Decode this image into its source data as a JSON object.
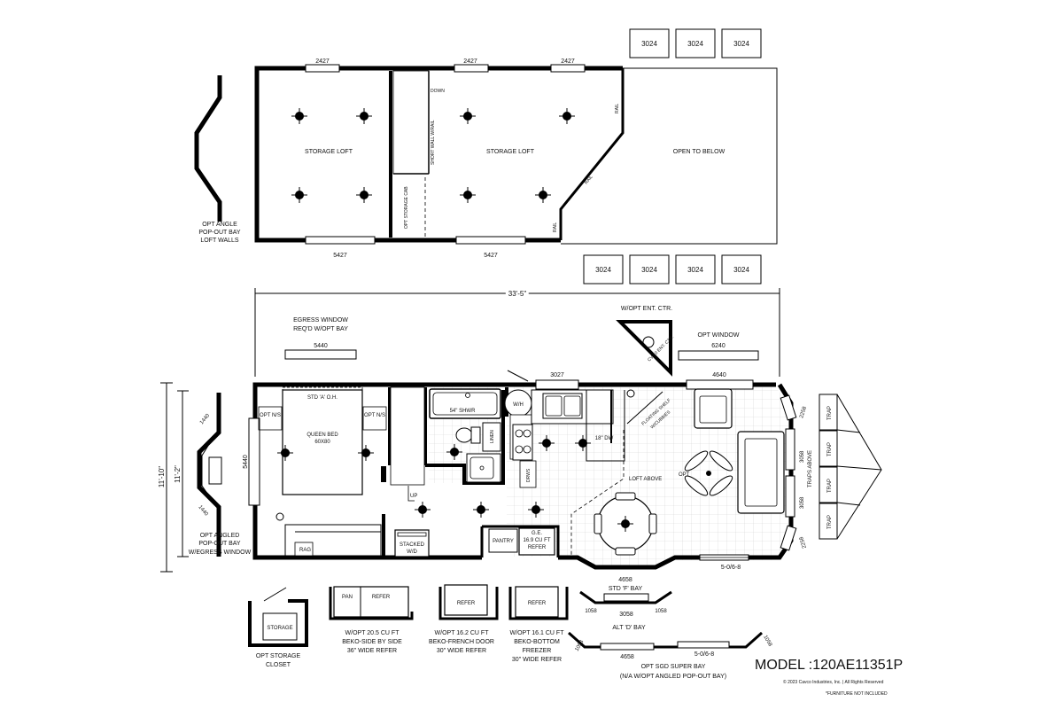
{
  "loft": {
    "win_top_1": "2427",
    "win_top_2": "2427",
    "win_top_3": "2427",
    "win_bottom_1": "5427",
    "win_bottom_2": "5427",
    "storage_loft_1": "STORAGE LOFT",
    "storage_loft_2": "STORAGE LOFT",
    "open_to_below": "OPEN TO BELOW",
    "down": "DOWN",
    "short_wall": "SHORT WALL W/RAIL",
    "opt_storage_cab": "OPT STORAGE CAB",
    "rail_1": "RAIL",
    "rail_2": "RAIL",
    "rail_3": "RAIL",
    "bay_note": [
      "OPT ANGLE",
      "POP-OUT BAY",
      "LOFT WALLS"
    ],
    "skylights_top": [
      "3024",
      "3024",
      "3024"
    ],
    "skylights_bottom": [
      "3024",
      "3024",
      "3024",
      "3024"
    ]
  },
  "main": {
    "overall_width": "33'-5\"",
    "egress_note": [
      "EGRESS WINDOW",
      "REQ'D W/OPT BAY"
    ],
    "egress_win": "5440",
    "ent_ctr_note": "W/OPT ENT. CTR.",
    "ent_ctr_label": "CV-10 ENT. CTR.",
    "opt_window_note": "OPT WINDOW",
    "opt_window": "6240",
    "win_kitchen": "3027",
    "win_living": "4640",
    "height_outer": "11'-10\"",
    "height_inner": "11'-2\"",
    "bed_win": "5440",
    "std_oh": "STD 'A' O.H.",
    "opt_ns_1": "OPT N/S",
    "opt_ns_2": "OPT N/S",
    "queen_bed": [
      "QUEEN BED",
      "60X80"
    ],
    "shower": "54\" SHWR",
    "linen": "LINEN",
    "wh": "W/H",
    "dw": "18\" DW",
    "drws": "DRWS",
    "floating_shelf": [
      "FLOATING SHELF",
      "W/CUBBIES"
    ],
    "loft_above": "LOFT ABOVE",
    "opt_fan": "OPT",
    "up": "UP",
    "rag": "RAG",
    "stacked_wd": [
      "STACKED",
      "W/D"
    ],
    "pantry": "PANTRY",
    "ge_refer": [
      "G.E.",
      "16.9 CU FT",
      "REFER"
    ],
    "sgd_main": "5-0/6-8",
    "bay_win_std": "4658",
    "std_f_bay": "STD 'F' BAY",
    "angled_bay_note": [
      "OPT ANGLED",
      "POP-OUT BAY",
      "W/EGRESS WINDOW"
    ],
    "angled_1440_a": "1440",
    "angled_1440_b": "1440",
    "right_wins": [
      "2258",
      "3058",
      "3058",
      "2258"
    ],
    "traps_above": "TRAPS ABOVE",
    "traps": [
      "TRAP",
      "TRAP",
      "TRAP",
      "TRAP"
    ]
  },
  "options": {
    "storage": "STORAGE",
    "storage_note": [
      "OPT STORAGE",
      "CLOSET"
    ],
    "side_pan": "PAN",
    "side_refer": "REFER",
    "side_note": [
      "W/OPT 20.5 CU FT",
      "BEKO-SIDE BY SIDE",
      "36\" WIDE REFER"
    ],
    "french_refer": "REFER",
    "french_note": [
      "W/OPT 16.2 CU FT",
      "BEKO-FRENCH DOOR",
      "30\" WIDE REFER"
    ],
    "bottom_refer": "REFER",
    "bottom_note": [
      "W/OPT 16.1 CU FT",
      "BEKO-BOTTOM",
      "FREEZER",
      "30\" WIDE REFER"
    ],
    "alt_d_center": "3058",
    "alt_d_left": "1058",
    "alt_d_right": "1058",
    "alt_d_label": "ALT 'D' BAY",
    "super_left": "1058",
    "super_right": "1058",
    "super_center": "4658",
    "super_sgd": "5-0/6-8",
    "super_note": [
      "OPT SGD SUPER BAY",
      "(N/A W/OPT ANGLED POP-OUT BAY)"
    ]
  },
  "footer": {
    "model": "MODEL :120AE11351P",
    "copyright": "© 2023 Cavco Industries, Inc. | All Rights Reserved",
    "furniture": "*FURNITURE NOT INCLUDED"
  }
}
